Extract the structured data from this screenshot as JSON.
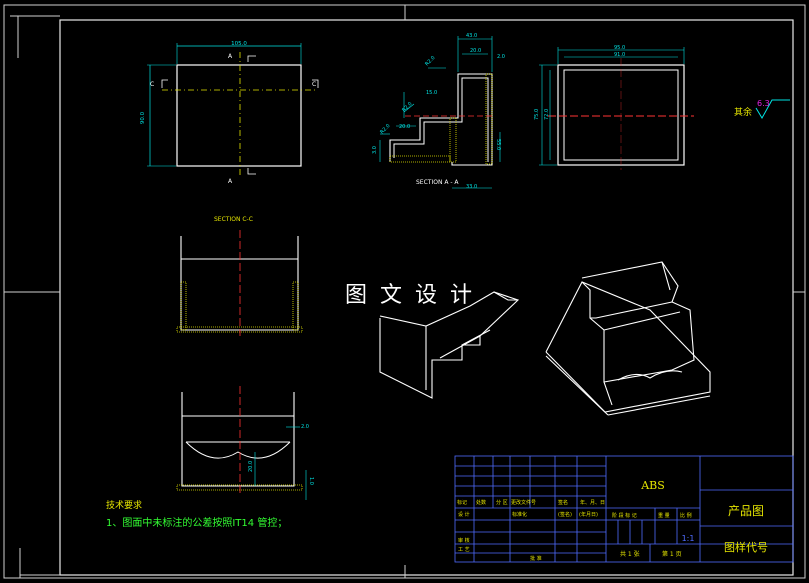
{
  "drawing": {
    "watermark": "图 文 设 计",
    "section_cc_label": "SECTION C-C",
    "section_aa_label": "SECTION A - A",
    "surface_note_label": "其余",
    "surface_roughness": "6.3",
    "view_marks": {
      "a_top": "A",
      "a_bottom": "A",
      "c_left": "C",
      "c_right": "C"
    },
    "dims_front": {
      "width": "105.0",
      "height": "90.0"
    },
    "dims_section_aa": {
      "top_width": "43.0",
      "step_width": "20.0",
      "wall": "2.0",
      "bottom_width": "33.0",
      "left_height": "15.0",
      "mid_width": "20.0",
      "height_lower": "55.0",
      "small_a": "3.0",
      "r1": "R2.0",
      "r2": "R2.0",
      "r3": "R2.0"
    },
    "dims_side": {
      "outer_width": "95.0",
      "inner_width": "91.0",
      "outer_height": "75.0",
      "inner_height": "72.0"
    },
    "dims_section_cc": {
      "d1": "2.0",
      "d2": "20.0",
      "d3": "1.0"
    }
  },
  "tech_requirements": {
    "title": "技术要求",
    "item1": "1、图面中未标注的公差按照IT14 管控；"
  },
  "title_block": {
    "material": "ABS",
    "scale": "1:1",
    "product_name": "产品图",
    "drawing_code_label": "图样代号",
    "row_headers": [
      "标记",
      "处数",
      "分 区",
      "更改文件号",
      "签名",
      "年、月、日"
    ],
    "design_label": "设 计",
    "standardize_label": "标准化",
    "sign_paren": "(签名)",
    "date_paren": "(年月日)",
    "stage_headers": [
      "阶 段 标 记",
      "重 量",
      "比 例"
    ],
    "review_label": "审 核",
    "process_label": "工 艺",
    "approve_label": "批 准",
    "sheet_total": "共 1 张",
    "sheet_num": "第 1 页"
  },
  "colors": {
    "frame": "#ffffff",
    "dimension": "#00e5e5",
    "centerline": "#ff3333",
    "axis": "#e5e500",
    "hatch": "#e5e500",
    "table": "#4f6cff",
    "note": "#e5e500",
    "note_text": "#33ff33",
    "roughness": "#e020e0"
  }
}
